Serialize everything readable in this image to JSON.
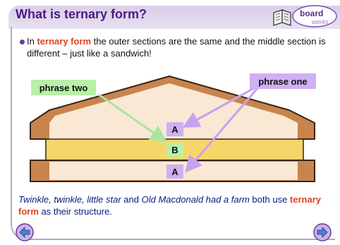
{
  "slide": {
    "title": "What is ternary form?",
    "logo_text_main": "board",
    "logo_text_sub": "works"
  },
  "bullet": {
    "pre": "In ",
    "term": "ternary form",
    "post": " the outer sections are the same and the middle section is different – just like a sandwich!"
  },
  "diagram": {
    "label_phrase_two": "phrase two",
    "label_phrase_one": "phrase one",
    "letter_top": "A",
    "letter_middle": "B",
    "letter_bottom": "A",
    "colors": {
      "bread_crust": "#c8844f",
      "bread": "#f9e8d3",
      "filling": "#f6d66b",
      "phrase_two_bg": "#b8f0a8",
      "phrase_one_bg": "#cfb0f2",
      "letter_box": "#cfb0f2",
      "letter_b_box": "#b8f0a8",
      "arrow_green": "#a8e6a0",
      "arrow_purple": "#c7a3ee"
    }
  },
  "bottom": {
    "song1": "Twinkle, twinkle, little star",
    "and": " and ",
    "song2": "Old Macdonald had a farm",
    "mid": " both use ",
    "term": "ternary form",
    "end": " as their structure."
  },
  "nav": {
    "prev_icon": "left-arrow-icon",
    "next_icon": "right-arrow-icon"
  }
}
